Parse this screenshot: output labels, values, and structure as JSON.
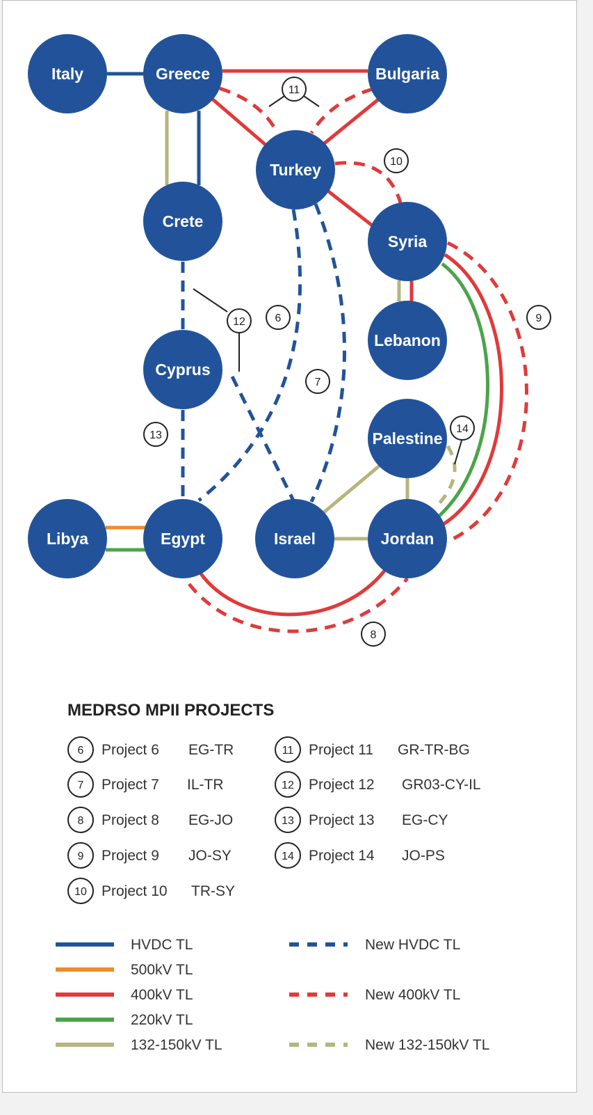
{
  "colors": {
    "node": "#22539a",
    "hvdc": "#22539a",
    "kv500": "#ef8a2c",
    "kv400": "#e03a3a",
    "kv220": "#4ca34c",
    "kv132": "#b6b57e",
    "callout": "#222222"
  },
  "nodes": {
    "italy": "Italy",
    "greece": "Greece",
    "bulgaria": "Bulgaria",
    "turkey": "Turkey",
    "crete": "Crete",
    "syria": "Syria",
    "lebanon": "Lebanon",
    "cyprus": "Cyprus",
    "palestine": "Palestine",
    "libya": "Libya",
    "egypt": "Egypt",
    "israel": "Israel",
    "jordan": "Jordan"
  },
  "badges": {
    "b6": "6",
    "b7": "7",
    "b8": "8",
    "b9": "9",
    "b10": "10",
    "b11": "11",
    "b12": "12",
    "b13": "13",
    "b14": "14"
  },
  "legend": {
    "title": "MEDRSO MPII PROJECTS",
    "projects": [
      {
        "num": "6",
        "name": "Project 6",
        "code": "EG-TR"
      },
      {
        "num": "7",
        "name": "Project 7",
        "code": "IL-TR"
      },
      {
        "num": "8",
        "name": "Project 8",
        "code": "EG-JO"
      },
      {
        "num": "9",
        "name": "Project 9",
        "code": "JO-SY"
      },
      {
        "num": "10",
        "name": "Project 10",
        "code": "TR-SY"
      },
      {
        "num": "11",
        "name": "Project 11",
        "code": "GR-TR-BG"
      },
      {
        "num": "12",
        "name": "Project 12",
        "code": "GR03-CY-IL"
      },
      {
        "num": "13",
        "name": "Project 13",
        "code": "EG-CY"
      },
      {
        "num": "14",
        "name": "Project 14",
        "code": "JO-PS"
      }
    ],
    "lines": {
      "hvdc": "HVDC TL",
      "kv500": "500kV TL",
      "kv400": "400kV TL",
      "kv220": "220kV TL",
      "kv132": "132-150kV TL",
      "new_hvdc": "New HVDC TL",
      "new_400": "New 400kV TL",
      "new_132": "New 132-150kV TL"
    }
  }
}
